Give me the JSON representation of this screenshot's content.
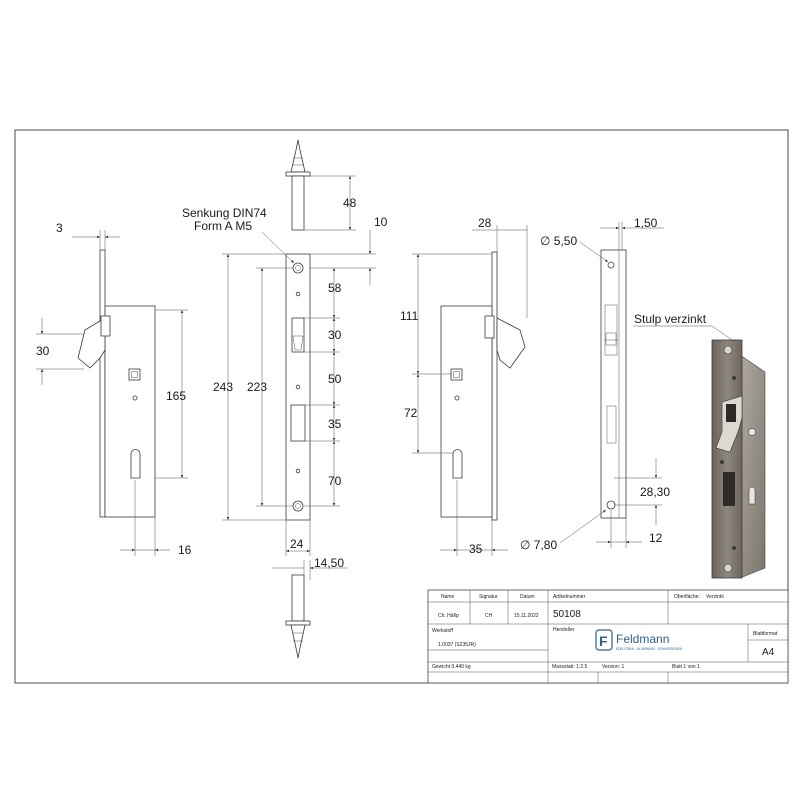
{
  "annotations": {
    "countersink_line1": "Senkung DIN74",
    "countersink_line2": "Form A M5",
    "faceplate_note": "Stulp verzinkt"
  },
  "dimensions": {
    "d_3": "3",
    "d_30_side": "30",
    "d_165": "165",
    "d_16": "16",
    "d_48": "48",
    "d_10": "10",
    "d_58": "58",
    "d_30": "30",
    "d_50": "50",
    "d_35": "35",
    "d_70": "70",
    "d_243": "243",
    "d_223": "223",
    "d_24": "24",
    "d_14_50": "14,50",
    "d_28": "28",
    "d_111": "111",
    "d_72": "72",
    "d_35_bottom": "35",
    "d_dia_5_50": "∅ 5,50",
    "d_1_50": "1,50",
    "d_28_30": "28,30",
    "d_12": "12",
    "d_dia_7_80": "∅ 7,80"
  },
  "title_block": {
    "col_name": "Name",
    "col_signature": "Signatur",
    "col_date": "Datum",
    "col_article": "Artikelnummer",
    "col_surface": "Oberfläche:",
    "surface_value": "Verzinkt",
    "name_value": "Ch. Häfip",
    "signature_value": "CH",
    "date_value": "15.11.2022",
    "article_value": "50108",
    "manufacturer_label": "Hersteller",
    "material_label": "Werkstoff",
    "material_value": "1.0037 (S235JR)",
    "weight_value": "Gewicht 0.440 kg",
    "scale_value": "Massstab: 1:2.5",
    "version_value": "Version: 1",
    "sheet_value": "Blatt 1 von 1",
    "format_label": "Blattformat",
    "format_value": "A4",
    "brand_name": "Feldmann",
    "brand_tagline": "EDELSTAHL · ALUMINIUM · SCHMIEDEISEN",
    "brand_mark": "F"
  }
}
